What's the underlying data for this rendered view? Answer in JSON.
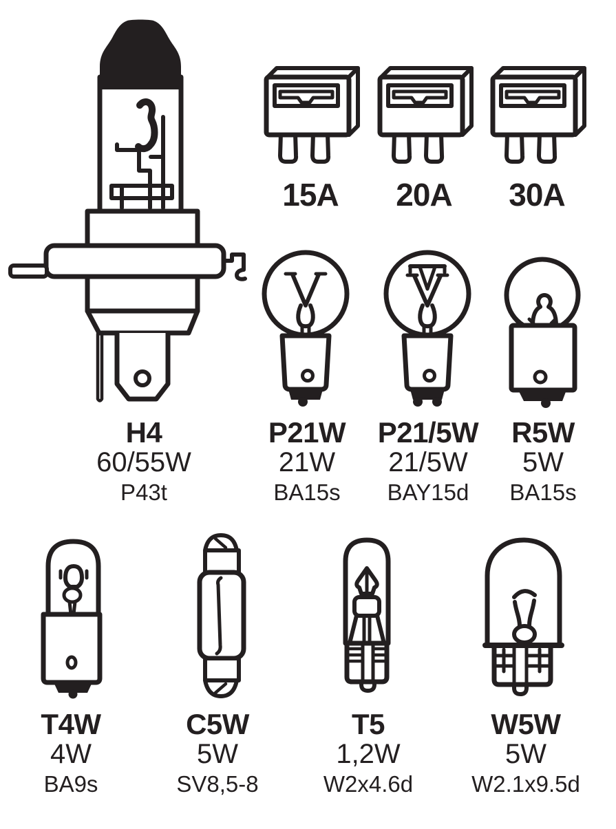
{
  "diagram": {
    "fuses": [
      {
        "label": "15A"
      },
      {
        "label": "20A"
      },
      {
        "label": "30A"
      }
    ],
    "bulbs": [
      {
        "name": "H4",
        "wattage": "60/55W",
        "base": "P43t"
      },
      {
        "name": "P21W",
        "wattage": "21W",
        "base": "BA15s"
      },
      {
        "name": "P21/5W",
        "wattage": "21/5W",
        "base": "BAY15d"
      },
      {
        "name": "R5W",
        "wattage": "5W",
        "base": "BA15s"
      },
      {
        "name": "T4W",
        "wattage": "4W",
        "base": "BA9s"
      },
      {
        "name": "C5W",
        "wattage": "5W",
        "base": "SV8,5-8"
      },
      {
        "name": "T5",
        "wattage": "1,2W",
        "base": "W2x4.6d"
      },
      {
        "name": "W5W",
        "wattage": "5W",
        "base": "W2.1x9.5d"
      }
    ],
    "colors": {
      "line": "#231f20",
      "background": "#ffffff"
    }
  }
}
